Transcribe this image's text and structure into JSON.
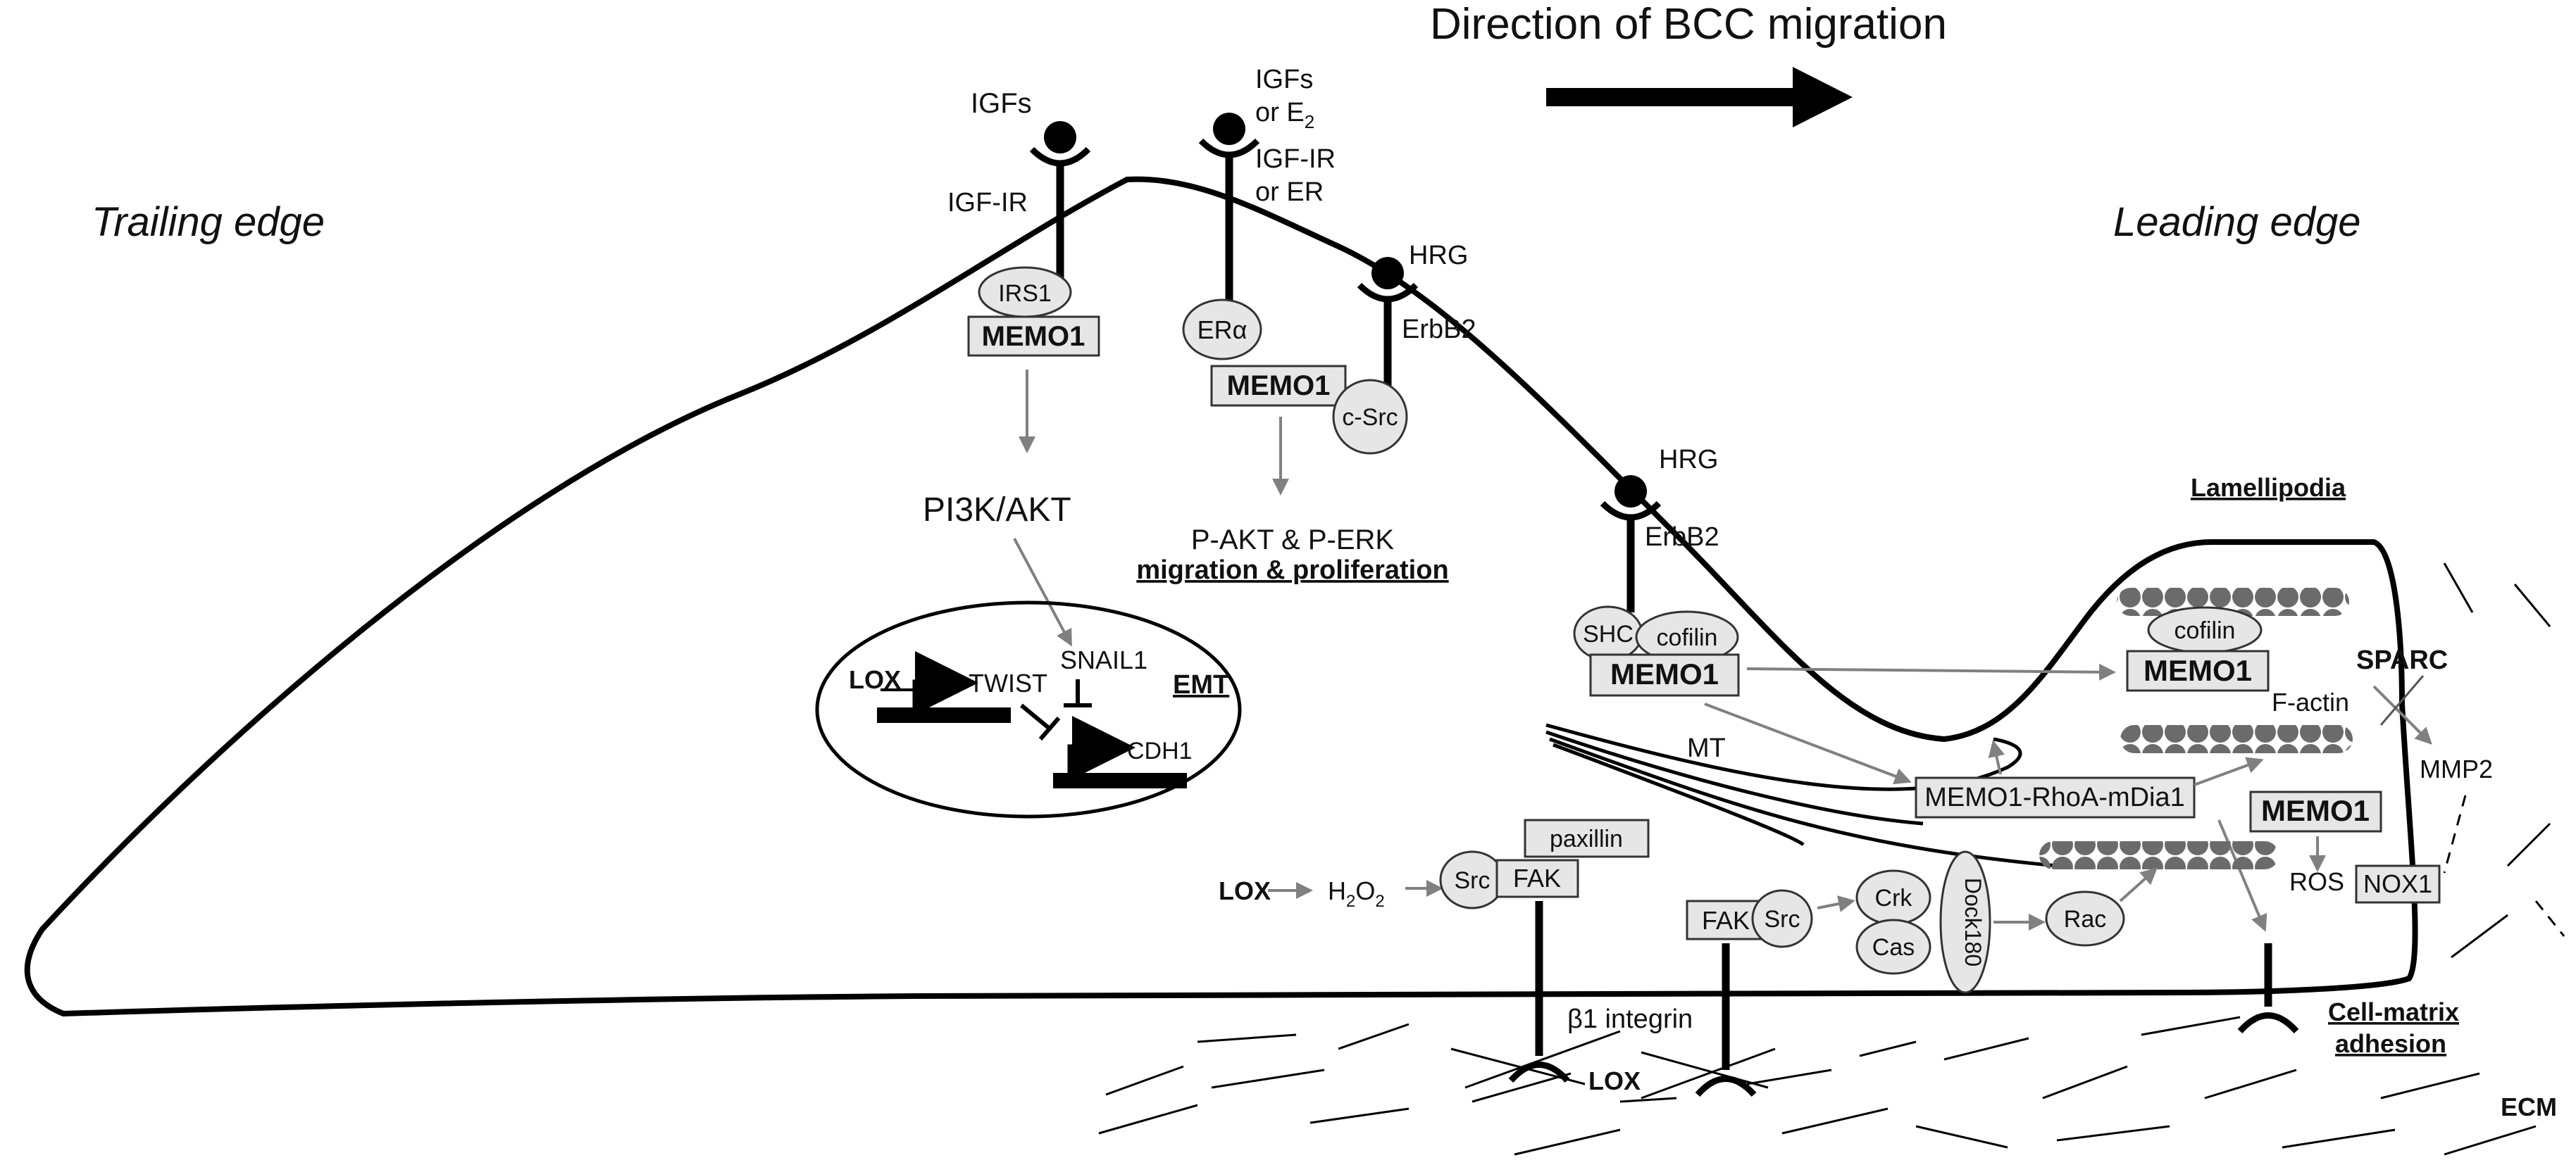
{
  "title": "Direction of BCC migration",
  "edges": {
    "trailing": "Trailing edge",
    "leading": "Leading edge"
  },
  "receptors": {
    "igf_ligand": "IGFs",
    "igf_receptor": "IGF-IR",
    "irs1": "IRS1",
    "ligand_or_e2": "IGFs",
    "ligand_or_e2_line2": "or E",
    "ligand_or_e2_sub": "2",
    "igf_or_er": "IGF-IR",
    "igf_or_er_line2": "or ER",
    "er_alpha": "ERα",
    "hrg_top": "HRG",
    "erbb2_top": "ErbB2",
    "c_src": "c-Src",
    "hrg_mid": "HRG",
    "erbb2_mid": "ErbB2",
    "shc": "SHC",
    "cofilin_mid": "cofilin"
  },
  "memo1": "MEMO1",
  "pathways": {
    "pi3k_akt": "PI3K/AKT",
    "p_akt_erk": "P-AKT & P-ERK",
    "migration_proliferation": "migration & proliferation"
  },
  "emt": {
    "label": "EMT",
    "lox": "LOX",
    "twist": "TWIST",
    "snail1": "SNAIL1",
    "cdh1": "CDH1"
  },
  "lamellipodia": {
    "label": "Lamellipodia",
    "cofilin": "cofilin",
    "f_actin": "F-actin",
    "mt": "MT",
    "memo_rho": "MEMO1-RhoA-mDia1",
    "ros": "ROS",
    "nox1": "NOX1",
    "sparc": "SPARC",
    "mmp2": "MMP2"
  },
  "adhesion": {
    "lox": "LOX",
    "h2o2_main": "H",
    "h2o2_sub1": "2",
    "h2o2_mid": "O",
    "h2o2_sub2": "2",
    "src": "Src",
    "fak": "FAK",
    "paxillin": "paxillin",
    "fak2": "FAK",
    "src2": "Src",
    "crk": "Crk",
    "cas": "Cas",
    "dock180": "Dock180",
    "rac": "Rac",
    "integrin": "β1 integrin",
    "lox_bottom": "LOX",
    "cell_matrix_line1": "Cell-matrix",
    "cell_matrix_line2": "adhesion",
    "ecm": "ECM"
  },
  "colors": {
    "arrow_gray": "#808080",
    "node_fill": "#e6e6e6",
    "actin_fill": "#6b6b6b"
  }
}
